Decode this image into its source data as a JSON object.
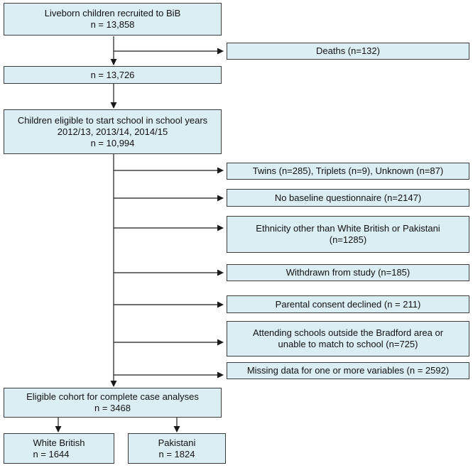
{
  "diagram": {
    "recruited": {
      "line1": "Liveborn children recruited to BiB",
      "line2": "n = 13,858"
    },
    "deaths": "Deaths (n=132)",
    "after_deaths": "n = 13,726",
    "eligible_school": {
      "line1": "Children eligible to start school in school years",
      "line2": "2012/13, 2013/14, 2014/15",
      "line3": "n = 10,994"
    },
    "exclusions": {
      "multiples": "Twins (n=285), Triplets (n=9), Unknown (n=87)",
      "no_questionnaire": "No baseline questionnaire (n=2147)",
      "ethnicity": {
        "line1": "Ethnicity other than White British or Pakistani",
        "line2": "(n=1285)"
      },
      "withdrawn": "Withdrawn from study (n=185)",
      "consent_declined": "Parental consent declined (n = 211)",
      "outside_area": {
        "line1": "Attending schools outside the Bradford area or",
        "line2": "unable to match to school (n=725)"
      },
      "missing_data": "Missing data for one or more variables (n = 2592)"
    },
    "cohort": {
      "line1": "Eligible cohort for complete case analyses",
      "line2": "n = 3468"
    },
    "white_british": {
      "line1": "White British",
      "line2": "n = 1644"
    },
    "pakistani": {
      "line1": "Pakistani",
      "line2": "n = 1824"
    }
  },
  "colors": {
    "box_fill": "#dbeef4",
    "box_border": "#3b3b3b",
    "line": "#1a1a1a"
  }
}
